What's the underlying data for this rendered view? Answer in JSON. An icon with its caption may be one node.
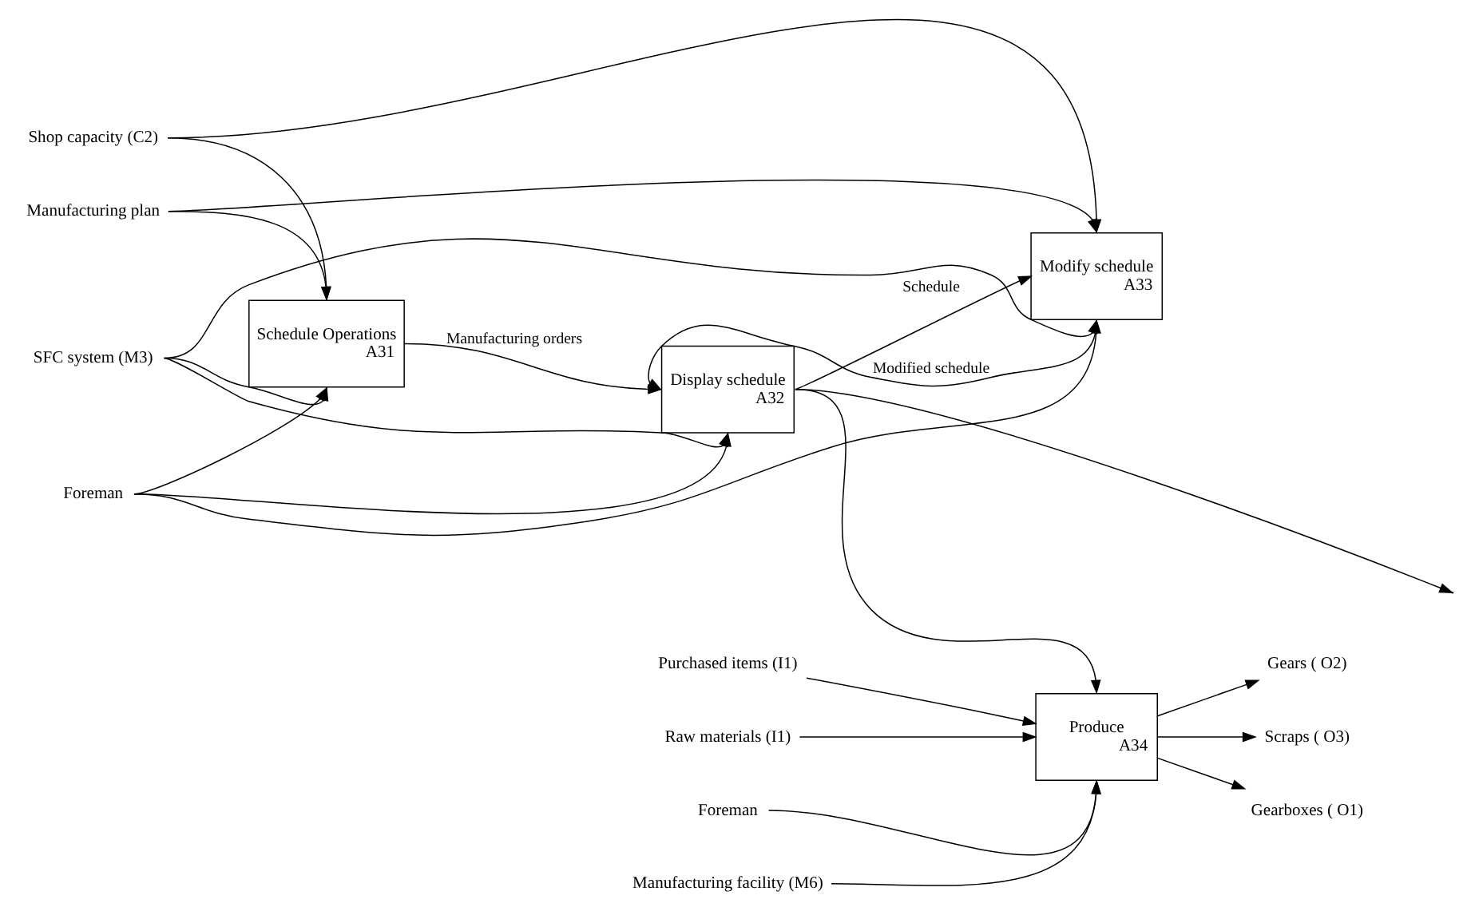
{
  "diagram": {
    "nodes": [
      {
        "text": [
          "Schedule Operations",
          "A31"
        ]
      },
      {
        "text": [
          "Display schedule",
          "A32"
        ]
      },
      {
        "text": [
          "Modify schedule",
          "A33"
        ]
      },
      {
        "text": [
          "Produce",
          "A34"
        ]
      },
      {
        "text": [
          "Manufacturing plan"
        ]
      },
      {
        "text": [
          "Shop capacity (C2)"
        ]
      },
      {
        "text": [
          "Foreman"
        ]
      },
      {
        "text": [
          "SFC system (M3)"
        ]
      },
      {
        "text": [
          "Purchased items (I1)"
        ]
      },
      {
        "text": [
          "Raw materials (I1)"
        ]
      },
      {
        "text": [
          "Foreman"
        ]
      },
      {
        "text": [
          "Manufacturing facility (M6)"
        ]
      },
      {
        "text": [
          "Gearboxes ( O1)"
        ]
      },
      {
        "text": [
          "Gears ( O2)"
        ]
      },
      {
        "text": [
          "Scraps ( O3)"
        ]
      }
    ],
    "edges": [
      {
        "from": 4,
        "to": 0,
        "arrow": "to"
      },
      {
        "from": 4,
        "to": 2,
        "arrow": "to"
      },
      {
        "from": 5,
        "to": 0,
        "arrow": "to"
      },
      {
        "from": 5,
        "to": 2,
        "arrow": "to"
      },
      {
        "from": 0,
        "to": 1,
        "arrow": "to",
        "label": "Manufacturing orders"
      },
      {
        "from": 1,
        "to": 2,
        "arrow": "to",
        "label": "Schedule"
      },
      {
        "from": 1,
        "to": 3,
        "arrow": "to"
      },
      {
        "from": 1,
        "to": null,
        "arrow": "to"
      },
      {
        "from": 2,
        "to": 1,
        "arrow": "to",
        "label": "Modified schedule"
      },
      {
        "from": 6,
        "to": 0,
        "arrow": "to"
      },
      {
        "from": 6,
        "to": 1,
        "arrow": "to"
      },
      {
        "from": 6,
        "to": 2,
        "arrow": "to"
      },
      {
        "from": 7,
        "to": 0,
        "arrow": "to"
      },
      {
        "from": 7,
        "to": 1,
        "arrow": "to"
      },
      {
        "from": 7,
        "to": 2,
        "arrow": "to"
      },
      {
        "from": 8,
        "to": 3,
        "arrow": "to"
      },
      {
        "from": 9,
        "to": 3,
        "arrow": "to"
      },
      {
        "from": 10,
        "to": 3,
        "arrow": "to"
      },
      {
        "from": 11,
        "to": 3,
        "arrow": "to"
      },
      {
        "from": 3,
        "to": 12,
        "arrow": "to"
      },
      {
        "from": 3,
        "to": 13,
        "arrow": "to"
      },
      {
        "from": 3,
        "to": 14,
        "arrow": "to"
      }
    ]
  }
}
